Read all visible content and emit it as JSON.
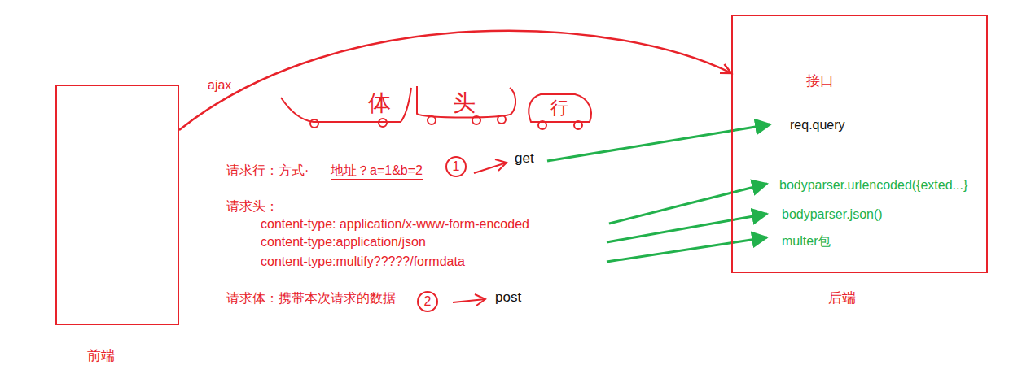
{
  "diagram": {
    "nodes": [
      {
        "text": [
          "前端"
        ]
      },
      {
        "text": [
          "接口",
          "req.query",
          "bodyparser.urlencoded({exted...}",
          "bodyparser.json()",
          "multer包",
          "后端"
        ]
      }
    ],
    "edges": [
      {
        "from": 0,
        "to": 1,
        "arrow": "to",
        "label": "ajax"
      }
    ],
    "labels": [
      "体",
      "头",
      "行",
      "请求行：方式·",
      "地址？a=1&b=2",
      "1",
      "get",
      "请求头：",
      "content-type: application/x-www-form-encoded",
      "content-type:application/json",
      "content-type:multify?????/formdata",
      "请求体：携带本次请求的数据",
      "2",
      "post"
    ]
  }
}
